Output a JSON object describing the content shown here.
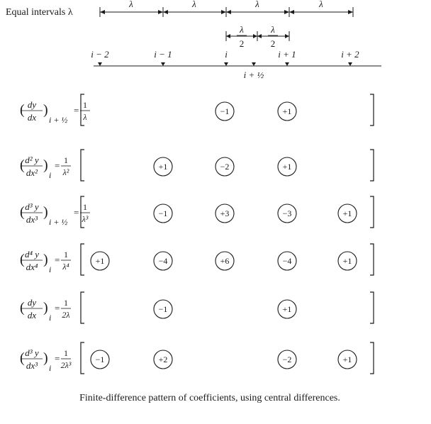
{
  "header": {
    "label": "Equal intervals λ",
    "interval_symbol": "λ",
    "half_interval_num": "λ",
    "half_interval_den": "2"
  },
  "axis": {
    "ticks": [
      "i − 2",
      "i − 1",
      "i",
      "i + 1",
      "i + 2"
    ],
    "midpoint_label": "i + ½"
  },
  "rows": [
    {
      "lhs": {
        "num": "dy",
        "den": "dx",
        "sub": "i + ½",
        "coef_num": "1",
        "coef_den": "λ"
      },
      "coefficients": [
        null,
        null,
        "−1",
        "+1",
        null
      ]
    },
    {
      "lhs": {
        "num": "d² y",
        "den": "dx²",
        "sub": "i",
        "coef_num": "1",
        "coef_den": "λ²"
      },
      "coefficients": [
        null,
        "+1",
        "−2",
        "+1",
        null
      ]
    },
    {
      "lhs": {
        "num": "d³ y",
        "den": "dx³",
        "sub": "i + ½",
        "coef_num": "1",
        "coef_den": "λ³"
      },
      "coefficients": [
        null,
        "−1",
        "+3",
        "−3",
        "+1"
      ]
    },
    {
      "lhs": {
        "num": "d⁴ y",
        "den": "dx⁴",
        "sub": "i",
        "coef_num": "1",
        "coef_den": "λ⁴"
      },
      "coefficients": [
        "+1",
        "−4",
        "+6",
        "−4",
        "+1"
      ]
    },
    {
      "lhs": {
        "num": "dy",
        "den": "dx",
        "sub": "i",
        "coef_num": "1",
        "coef_den": "2λ"
      },
      "coefficients": [
        null,
        "−1",
        null,
        "+1",
        null
      ]
    },
    {
      "lhs": {
        "num": "d³ y",
        "den": "dx³",
        "sub": "i",
        "coef_num": "1",
        "coef_den": "2λ³"
      },
      "coefficients": [
        "−1",
        "+2",
        null,
        "−2",
        "+1"
      ]
    }
  ],
  "caption": "Finite-difference pattern of coefficients, using central differences."
}
